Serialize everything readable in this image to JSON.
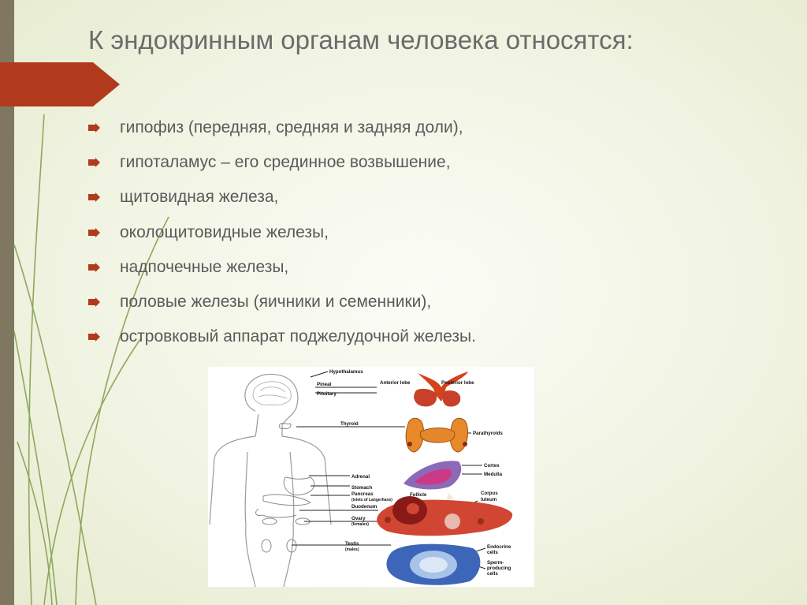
{
  "slide": {
    "title": "К эндокринным органам человека относятся:",
    "bullets": [
      " гипофиз (передняя, средняя и задняя доли),",
      "гипоталамус – его срединное возвышение,",
      "щитовидная железа,",
      "околощитовидные железы,",
      "надпочечные железы,",
      "половые железы (яичники и семенники),",
      "островковый аппарат поджелудочной железы."
    ]
  },
  "diagram": {
    "labels": {
      "hypothalamus": "Hypothalamus",
      "pineal": "Pineal",
      "pituitary": "Pituitary",
      "anterior_lobe": "Anterior lobe",
      "posterior_lobe": "Posterior lobe",
      "thyroid": "Thyroid",
      "parathyroids": "Parathyroids",
      "cortex": "Cortex",
      "medulla": "Medulla",
      "adrenal": "Adrenal",
      "stomach": "Stomach",
      "pancreas": "Pancreas",
      "islets": "(islets of Langerhans)",
      "duodenum": "Duodenum",
      "follicle": "Follicle",
      "corpus": "Corpus",
      "luteum": "luteum",
      "ovary": "Ovary",
      "females": "(females)",
      "testis": "Testis",
      "males": "(males)",
      "endocrine": "Endocrine",
      "cells1": "cells",
      "sperm": "Sperm-",
      "producing": "producing",
      "cells2": "cells"
    }
  },
  "colors": {
    "left_bar": "#807760",
    "accent_tab": "#b23a1c",
    "bullet_marker": "#b23a1c",
    "title_text": "#6b6b6b",
    "body_text": "#5a5a5a"
  }
}
